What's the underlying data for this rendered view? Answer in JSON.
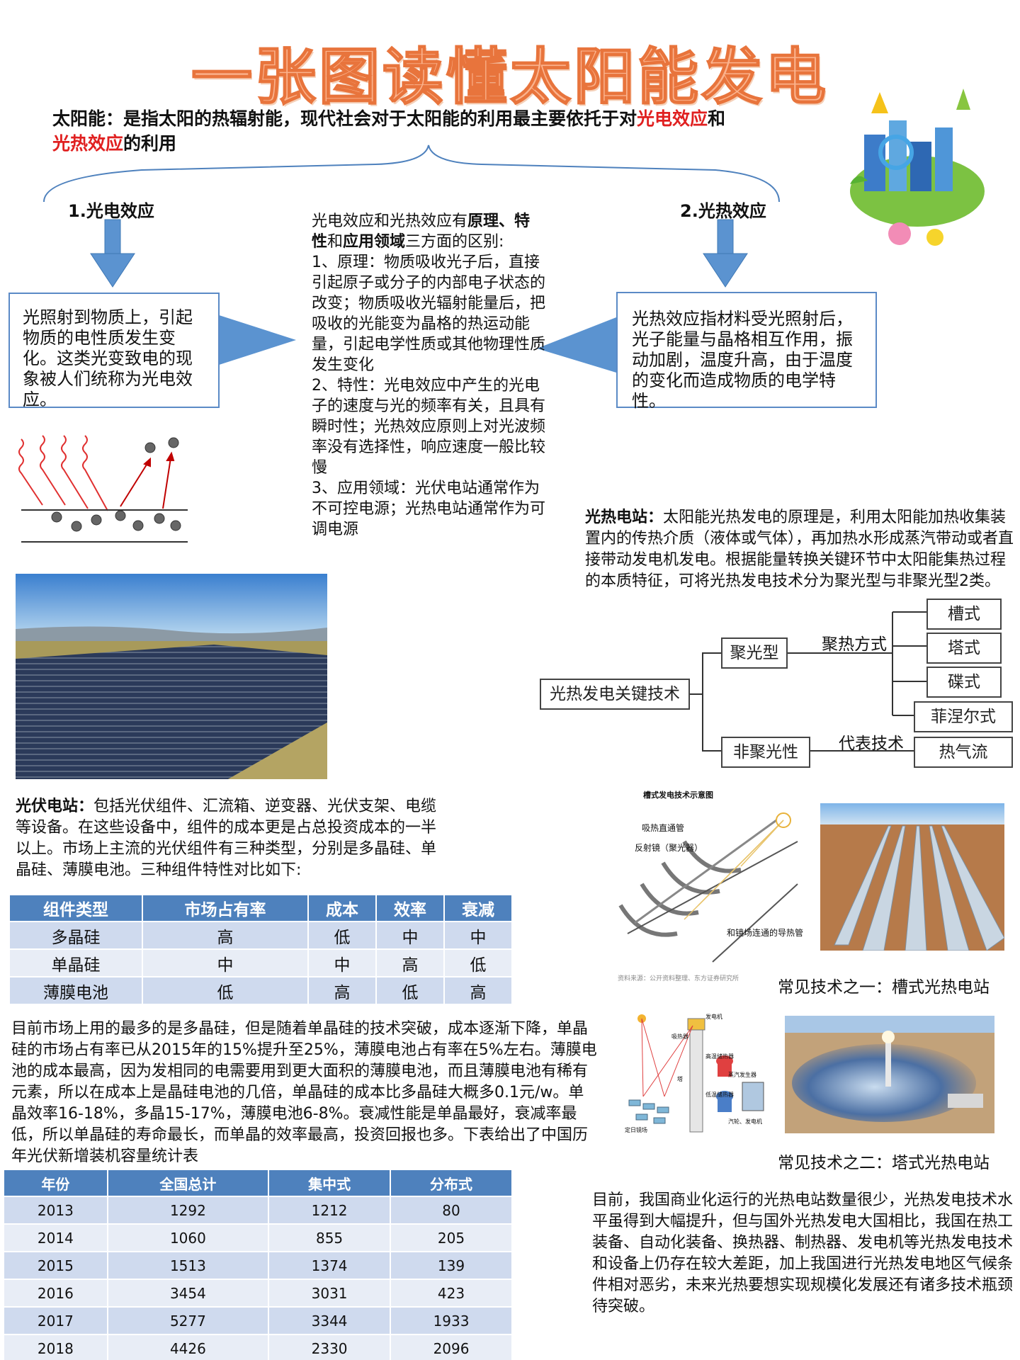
{
  "title": "一张图读懂太阳能发电",
  "intro": {
    "prefix": "太阳能：是指太阳的热辐射能，现代社会对于太阳能的利用最主要依托于对",
    "highlight1": "光电效应",
    "mid": "和",
    "highlight2": "光热效应",
    "suffix": "的利用"
  },
  "left_branch": {
    "heading": "1.光电效应",
    "box_text": "光照射到物质上，引起物质的电性质发生变化。这类光变致电的现象被人们统称为光电效应。"
  },
  "right_branch": {
    "heading": "2.光热效应",
    "box_text": "光热效应指材料受光照射后，光子能量与晶格相互作用，振动加剧，温度升高，由于温度的变化而造成物质的电学特性。"
  },
  "middle": {
    "lead1": "光电效应和光热效应有",
    "b1": "原理、特性",
    "lead2": "和",
    "b2": "应用领域",
    "lead3": "三方面的区别:",
    "p1": "1、原理：物质吸收光子后，直接引起原子或分子的内部电子状态的改变；物质吸收光辐射能量后，把吸收的光能变为晶格的热运动能量，引起电学性质或其他物理性质发生变化",
    "p2": "2、特性：光电效应中产生的光电子的速度与光的频率有关，且具有瞬时性；光热效应原则上对光波频率没有选择性，响应速度一般比较慢",
    "p3": "3、应用领域：光伏电站通常作为不可控电源；光热电站通常作为可调电源"
  },
  "pv_station": {
    "label": "光伏电站：",
    "text": "包括光伏组件、汇流箱、逆变器、光伏支架、电缆等设备。在这些设备中，组件的成本更是占总投资成本的一半以上。市场上主流的光伏组件有三种类型，分别是多晶硅、单晶硅、薄膜电池。三种组件特性对比如下:"
  },
  "comparison_table": {
    "headers": [
      "组件类型",
      "市场占有率",
      "成本",
      "效率",
      "衰减"
    ],
    "rows": [
      [
        "多晶硅",
        "高",
        "低",
        "中",
        "中"
      ],
      [
        "单晶硅",
        "中",
        "中",
        "高",
        "低"
      ],
      [
        "薄膜电池",
        "低",
        "高",
        "低",
        "高"
      ]
    ]
  },
  "market_text": "目前市场上用的最多的是多晶硅，但是随着单晶硅的技术突破，成本逐渐下降，单晶硅的市场占有率已从2015年的15%提升至25%，薄膜电池占有率在5%左右。薄膜电池的成本最高，因为发相同的电需要用到更大面积的薄膜电池，而且薄膜电池有稀有元素，所以在成本上是晶硅电池的几倍，单晶硅的成本比多晶硅大概多0.1元/w。单晶效率16-18%，多晶15-17%，薄膜电池6-8%。衰减性能是单晶最好，衰减率最低，所以单晶硅的寿命最长，而单晶的效率最高，投资回报也多。下表给出了中国历年光伏新增装机容量统计表",
  "capacity_table": {
    "headers": [
      "年份",
      "全国总计",
      "集中式",
      "分布式"
    ],
    "rows": [
      [
        "2013",
        "1292",
        "1212",
        "80"
      ],
      [
        "2014",
        "1060",
        "855",
        "205"
      ],
      [
        "2015",
        "1513",
        "1374",
        "139"
      ],
      [
        "2016",
        "3454",
        "3031",
        "423"
      ],
      [
        "2017",
        "5277",
        "3344",
        "1933"
      ],
      [
        "2018",
        "4426",
        "2330",
        "2096"
      ]
    ]
  },
  "csp_station": {
    "label": "光热电站：",
    "text": "太阳能光热发电的原理是，利用太阳能加热收集装置内的传热介质（液体或气体），再加热水形成蒸汽带动或者直接带动发电机发电。根据能量转换关键环节中太阳能集热过程的本质特征，可将光热发电技术分为聚光型与非聚光型2类。"
  },
  "tree": {
    "root": "光热发电关键技术",
    "concentrating": "聚光型",
    "non_concentrating": "非聚光性",
    "edge1": "聚热方式",
    "edge2": "代表技术",
    "leaves": [
      "槽式",
      "塔式",
      "碟式",
      "菲涅尔式"
    ],
    "leaf_non": "热气流"
  },
  "trough_diagram": {
    "title": "槽式发电技术示意图",
    "label1": "吸热直通管",
    "label2": "反射镜（聚光器）",
    "label3": "和镜场连通的导热管",
    "source": "资料来源：公开资料整理、东方证券研究所"
  },
  "tower_diagram": {
    "labels": [
      "发电机",
      "高温储热器",
      "蒸汽发生器",
      "低温储热器",
      "汽轮、发电机",
      "定日镜场",
      "吸热器",
      "塔"
    ]
  },
  "caption1": "常见技术之一：槽式光热电站",
  "caption2": "常见技术之二：塔式光热电站",
  "conclusion": "目前，我国商业化运行的光热电站数量很少，光热发电技术水平虽得到大幅提升，但与国外光热发电大国相比，我国在热工装备、自动化装备、换热器、制热器、发电机等光热发电技术和设备上仍存在较大差距，加上我国进行光热发电地区气候条件相对恶劣，未来光热要想实现规模化发展还有诸多技术瓶颈待突破。",
  "colors": {
    "accent_blue": "#4e81bd",
    "title_orange": "#f08a4b",
    "highlight_red": "#e02020"
  }
}
